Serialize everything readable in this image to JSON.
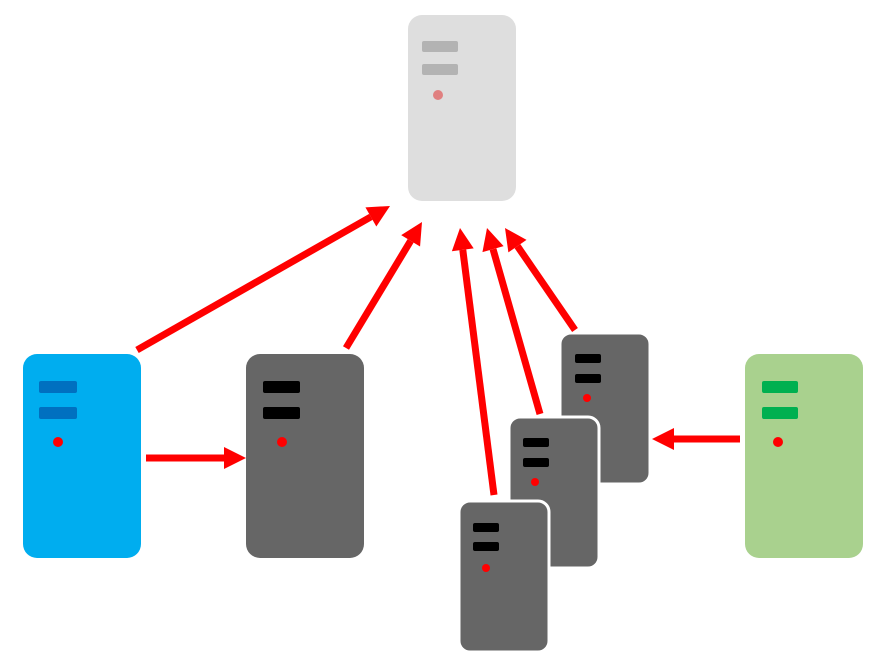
{
  "diagram": {
    "servers": [
      {
        "id": "central-server",
        "role": "destination",
        "body_color": "#dedede",
        "slot_color": "#b3b3b3",
        "led_color": "#e08080",
        "opacity": 1
      },
      {
        "id": "blue-server",
        "role": "source",
        "body_color": "#00adef",
        "slot_color": "#0070c0",
        "led_color": "#ff0000"
      },
      {
        "id": "gray-server",
        "role": "intermediate",
        "body_color": "#666666",
        "slot_color": "#000000",
        "led_color": "#ff0000"
      },
      {
        "id": "stack-server-back",
        "role": "replica",
        "body_color": "#666666",
        "slot_color": "#000000",
        "led_color": "#ff0000"
      },
      {
        "id": "stack-server-middle",
        "role": "replica",
        "body_color": "#666666",
        "slot_color": "#000000",
        "led_color": "#ff0000"
      },
      {
        "id": "stack-server-front",
        "role": "replica",
        "body_color": "#666666",
        "slot_color": "#000000",
        "led_color": "#ff0000"
      },
      {
        "id": "green-server",
        "role": "source",
        "body_color": "#a9d18e",
        "slot_color": "#00b050",
        "led_color": "#ff0000"
      }
    ],
    "arrows": [
      {
        "id": "blue-to-central",
        "from": "blue-server",
        "to": "central-server"
      },
      {
        "id": "gray-to-central",
        "from": "gray-server",
        "to": "central-server"
      },
      {
        "id": "stack-front-to-central",
        "from": "stack-server-front",
        "to": "central-server"
      },
      {
        "id": "stack-middle-to-central",
        "from": "stack-server-middle",
        "to": "central-server"
      },
      {
        "id": "stack-back-to-central",
        "from": "stack-server-back",
        "to": "central-server"
      },
      {
        "id": "blue-to-gray",
        "from": "blue-server",
        "to": "gray-server"
      },
      {
        "id": "green-to-stack",
        "from": "green-server",
        "to": "stack-server-back"
      }
    ],
    "arrow_color": "#ff0000"
  }
}
